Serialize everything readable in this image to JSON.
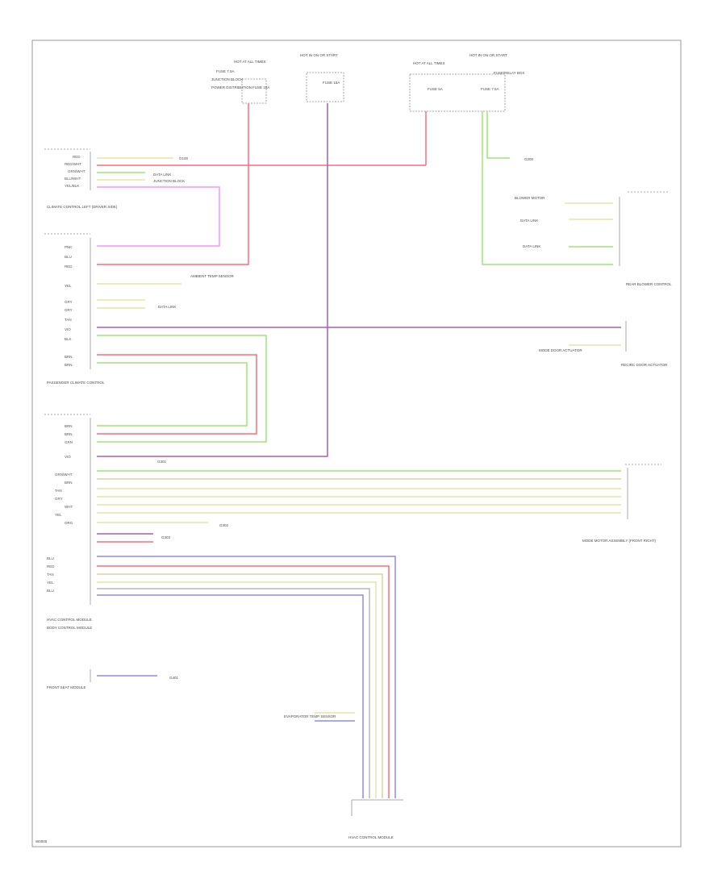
{
  "diagram_id": "W0000",
  "colors": {
    "red": "#ff6b7a",
    "pink": "#ff90ff",
    "purple": "#a65fbf",
    "green": "#9ae870",
    "yellow": "#e6e6a0",
    "blue": "#8a8aff",
    "tan": "#e0d0a0",
    "gray": "#b8b8b8",
    "frame": "#9a9a9a"
  },
  "fuses": {
    "fuse_a": "FUSE 7.5A",
    "fuse_b": "FUSE 10A",
    "fuse_c": "FUSE 15A",
    "fuse_d": "FUSE 5A"
  },
  "labels": {
    "hot_batt": "HOT AT ALL TIMES",
    "hot_run": "HOT IN ON OR START",
    "power_dist": "POWER DISTRIBUTION",
    "junction": "JUNCTION BLOCK",
    "fuse_block": "FUSE/RELAY BOX",
    "g100": "G100",
    "g200": "G200",
    "g301": "G301",
    "g302": "G302",
    "g303": "G303",
    "g401": "G401",
    "data_link": "DATA LINK",
    "climate_ctrl": "CLIMATE CONTROL LEFT (DRIVER SIDE)",
    "fr_seat": "FRONT SEAT MODULE",
    "pass_ctrl": "PASSENGER CLIMATE CONTROL",
    "body_ctrl": "BODY CONTROL MODULE",
    "hvac": "HVAC CONTROL MODULE",
    "blower": "BLOWER MOTOR",
    "actuator": "MODE DOOR ACTUATOR",
    "temp_sensor": "AMBIENT TEMP SENSOR",
    "rear_blower": "REAR BLOWER CONTROL",
    "recirc": "RECIRC DOOR ACTUATOR",
    "evap_sensor": "EVAPORATOR TEMP SENSOR",
    "mode_motor": "MODE MOTOR ASSEMBLY (FRONT RIGHT)"
  },
  "wire_colors": {
    "red": "RED",
    "red_wht": "RED/WHT",
    "pnk": "PNK",
    "vio": "VIO",
    "grn": "GRN",
    "grn_wht": "GRN/WHT",
    "yel": "YEL",
    "yel_blk": "YEL/BLK",
    "blu": "BLU",
    "blu_wht": "BLU/WHT",
    "brn": "BRN",
    "tan": "TAN",
    "gry": "GRY",
    "blk": "BLK",
    "wht": "WHT",
    "org": "ORG"
  }
}
